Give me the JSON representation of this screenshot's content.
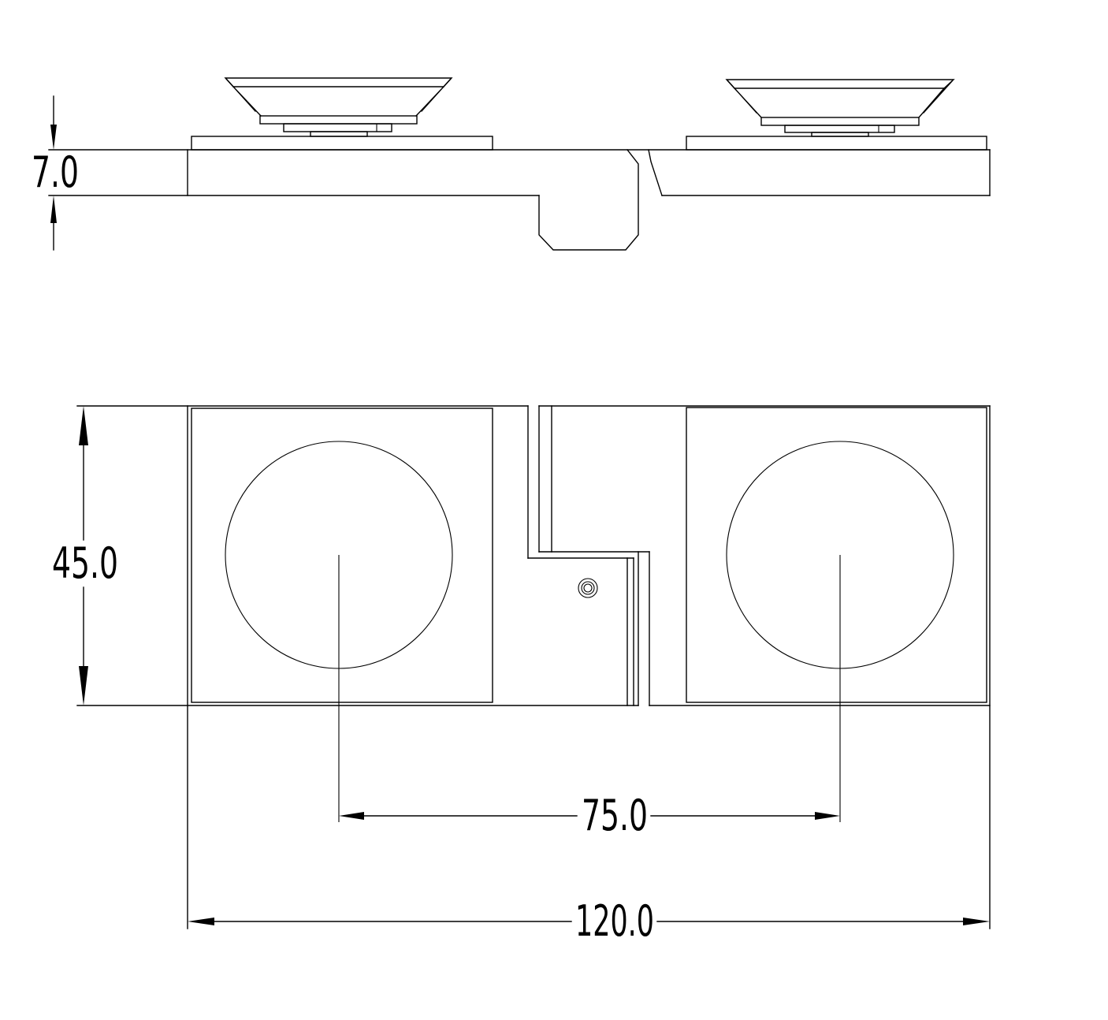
{
  "dimension_labels": {
    "plate_thickness": "7.0",
    "plate_width": "45.0",
    "cup_center_distance": "75.0",
    "overall_length": "120.0"
  },
  "colors": {
    "line": "#000000",
    "background": "#ffffff"
  }
}
